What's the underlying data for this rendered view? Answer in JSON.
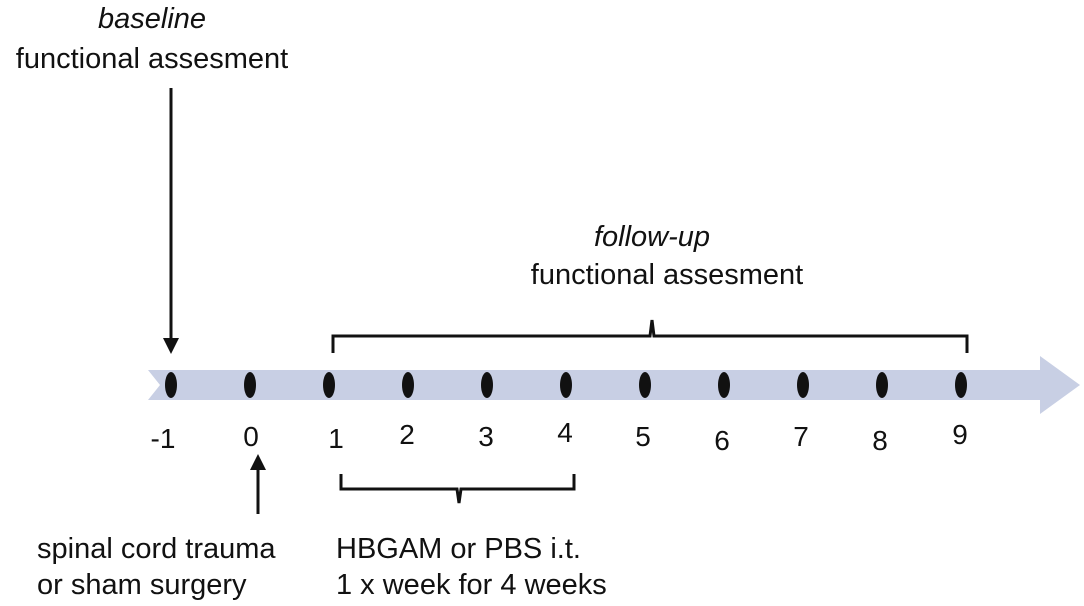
{
  "baseline": {
    "title": "baseline",
    "subtitle": "functional assesment"
  },
  "followup": {
    "title": "follow-up",
    "subtitle": "functional assesment"
  },
  "timeline": {
    "ticks": [
      "-1",
      "0",
      "1",
      "2",
      "3",
      "4",
      "5",
      "6",
      "7",
      "8",
      "9"
    ]
  },
  "surgery": {
    "line1": "spinal cord trauma",
    "line2": "or sham surgery"
  },
  "treatment": {
    "line1": "HBGAM or PBS i.t.",
    "line2": "1 x week for 4 weeks"
  },
  "colors": {
    "axis": "#c8cfe4",
    "ink": "#111111"
  }
}
